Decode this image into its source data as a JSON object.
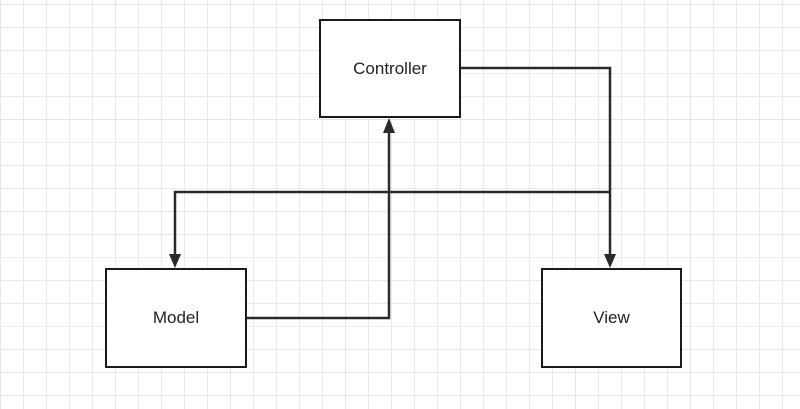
{
  "diagram": {
    "nodes": {
      "controller": {
        "label": "Controller"
      },
      "model": {
        "label": "Model"
      },
      "view": {
        "label": "View"
      }
    },
    "edges": [
      {
        "from": "controller",
        "to": "view"
      },
      {
        "from": "view",
        "to": "model"
      },
      {
        "from": "model",
        "to": "controller"
      }
    ],
    "colors": {
      "stroke": "#2a2a2a",
      "box_border": "#1a1a1a",
      "grid": "#e9e9e9",
      "background": "#ffffff"
    }
  }
}
